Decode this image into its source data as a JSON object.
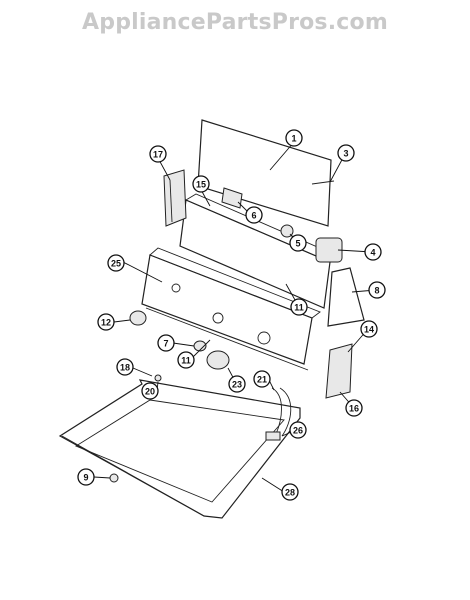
{
  "header": {
    "watermark": "AppliancePartsPros.com"
  },
  "callouts": [
    {
      "id": "c1",
      "label": "1"
    },
    {
      "id": "c3",
      "label": "3"
    },
    {
      "id": "c17",
      "label": "17"
    },
    {
      "id": "c15",
      "label": "15"
    },
    {
      "id": "c6",
      "label": "6"
    },
    {
      "id": "c5",
      "label": "5"
    },
    {
      "id": "c4",
      "label": "4"
    },
    {
      "id": "c25",
      "label": "25"
    },
    {
      "id": "c8",
      "label": "8"
    },
    {
      "id": "c11a",
      "label": "11"
    },
    {
      "id": "c12",
      "label": "12"
    },
    {
      "id": "c7",
      "label": "7"
    },
    {
      "id": "c11b",
      "label": "11"
    },
    {
      "id": "c14",
      "label": "14"
    },
    {
      "id": "c18",
      "label": "18"
    },
    {
      "id": "c20",
      "label": "20"
    },
    {
      "id": "c23",
      "label": "23"
    },
    {
      "id": "c21",
      "label": "21"
    },
    {
      "id": "c16",
      "label": "16"
    },
    {
      "id": "c26",
      "label": "26"
    },
    {
      "id": "c9",
      "label": "9"
    },
    {
      "id": "c28",
      "label": "28"
    }
  ]
}
